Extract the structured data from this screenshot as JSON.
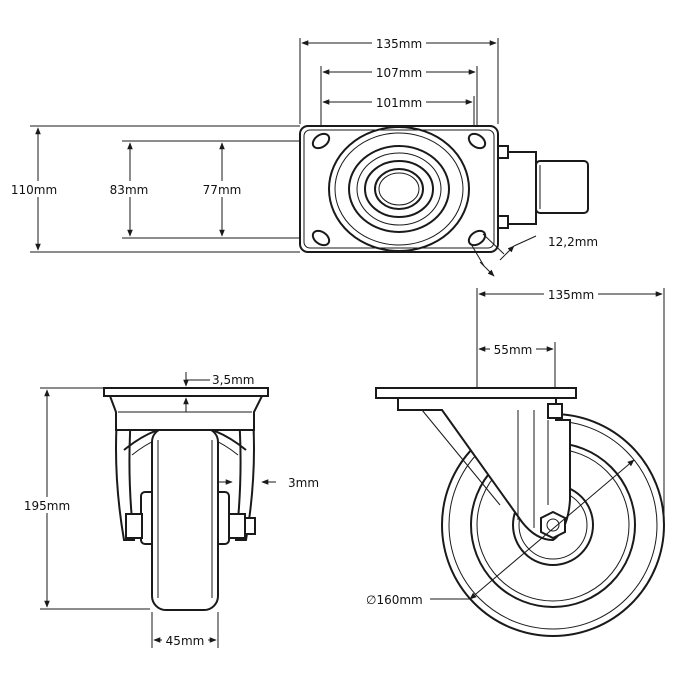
{
  "top_view": {
    "width_outer": "135mm",
    "width_mid": "107mm",
    "width_inner": "101mm",
    "height_outer": "110mm",
    "height_mid": "83mm",
    "height_inner": "77mm",
    "hole_size": "12,2mm"
  },
  "front_view": {
    "plate_thickness": "3,5mm",
    "fork_thickness": "3mm",
    "total_height": "195mm",
    "wheel_width": "45mm"
  },
  "side_view": {
    "plate_width": "135mm",
    "offset": "55mm",
    "wheel_diameter": "∅160mm"
  },
  "colors": {
    "line": "#1a1a1a",
    "background": "#ffffff"
  }
}
